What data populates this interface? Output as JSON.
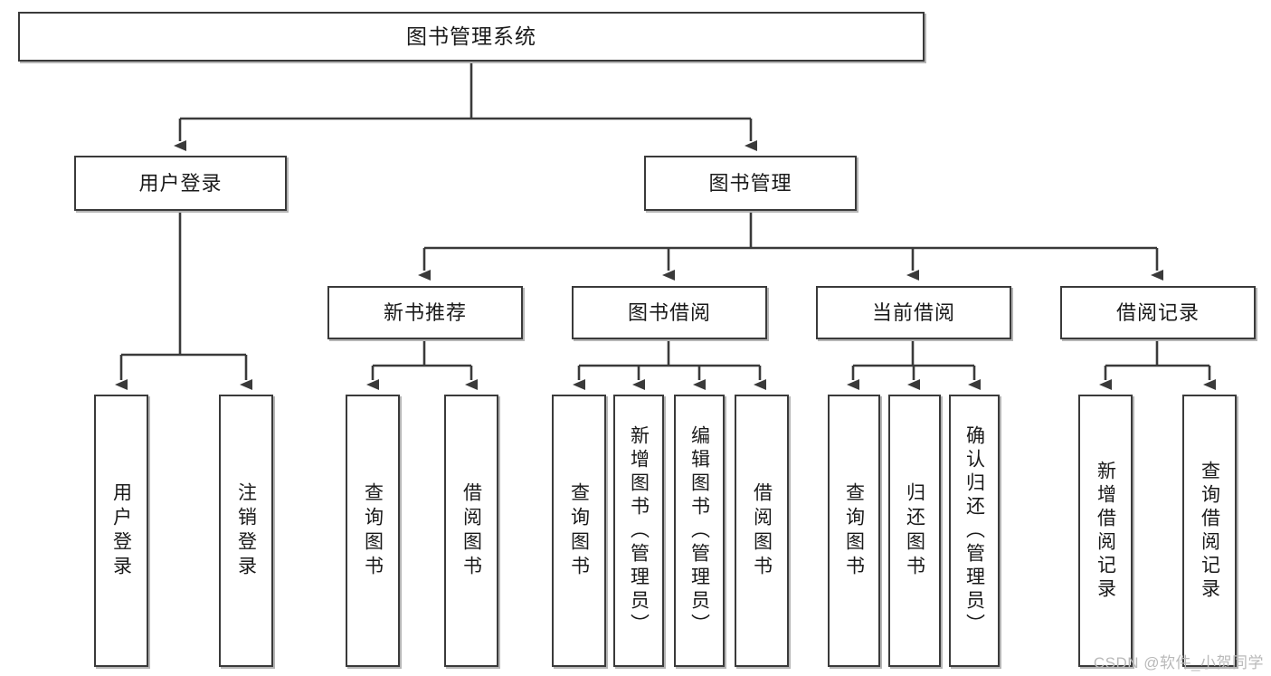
{
  "diagram": {
    "type": "tree-hierarchy",
    "title": "图书管理系统",
    "watermark": "CSDN @软件_小贺同学",
    "colors": {
      "box_border": "#3a3a3a",
      "box_fill": "#ffffff",
      "connector": "#3a3a3a",
      "text": "#1a1a1a",
      "watermark": "#b9b9b9",
      "background": "#ffffff"
    },
    "nodes": {
      "root": {
        "label": "图书管理系统"
      },
      "level2": [
        {
          "label": "用户登录"
        },
        {
          "label": "图书管理"
        }
      ],
      "level3": [
        {
          "label": "新书推荐"
        },
        {
          "label": "图书借阅"
        },
        {
          "label": "当前借阅"
        },
        {
          "label": "借阅记录"
        }
      ],
      "leaves_user_login": [
        {
          "label": "用户登录"
        },
        {
          "label": "注销登录"
        }
      ],
      "leaves_new_book": [
        {
          "label": "查询图书"
        },
        {
          "label": "借阅图书"
        }
      ],
      "leaves_borrow": [
        {
          "label": "查询图书"
        },
        {
          "label": "新增图书（管理员）"
        },
        {
          "label": "编辑图书（管理员）"
        },
        {
          "label": "借阅图书"
        }
      ],
      "leaves_current": [
        {
          "label": "查询图书"
        },
        {
          "label": "归还图书"
        },
        {
          "label": "确认归还（管理员）"
        }
      ],
      "leaves_record": [
        {
          "label": "新增借阅记录"
        },
        {
          "label": "查询借阅记录"
        }
      ]
    }
  }
}
